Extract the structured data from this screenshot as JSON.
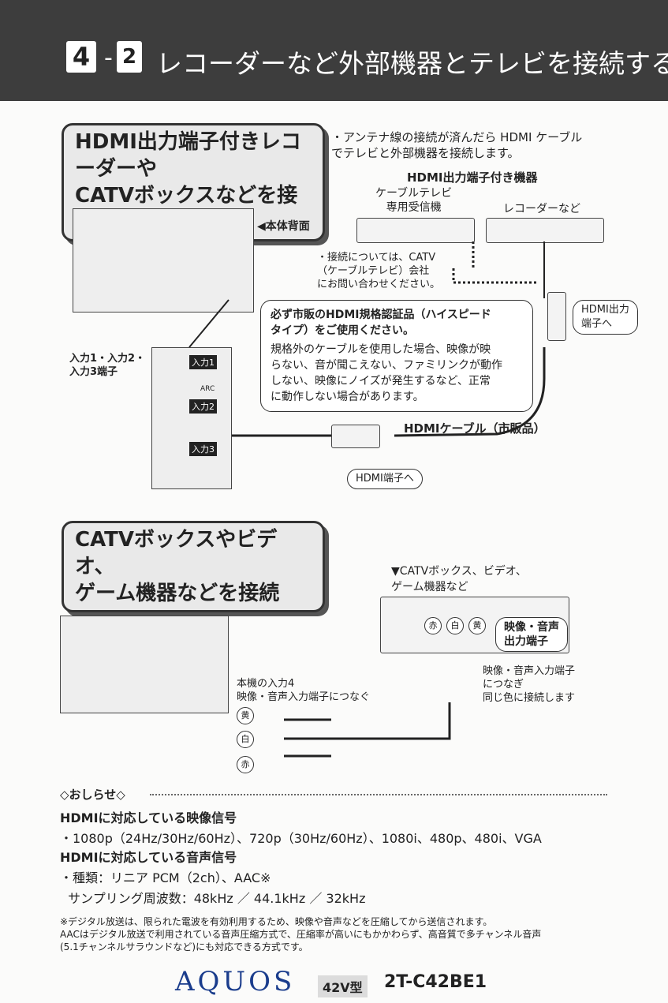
{
  "header": {
    "num1": "4",
    "dash": "-",
    "num2": "2",
    "title": "レコーダーなど外部機器とテレビを接続する"
  },
  "section1": {
    "title": "HDMI出力端子付きレコーダーや\nCATVボックスなどを接続",
    "intro": "・アンテナ線の接続が済んだら HDMI ケーブル\n  でテレビと外部機器を接続します。",
    "devices_heading": "HDMI出力端子付き機器",
    "device1_label": "ケーブルテレビ\n専用受信機",
    "device2_label": "レコーダーなど",
    "back_label": "◀本体背面",
    "catv_note": "・接続については、CATV\n  （ケーブルテレビ）会社\n  にお問い合わせください。",
    "hdmi_out_label": "HDMI出力\n端子へ",
    "warning_title": "必ず市販のHDMI規格認証品（ハイスピード\nタイプ）をご使用ください。",
    "warning_body": "規格外のケーブルを使用した場合、映像が映\nらない、音が聞こえない、ファミリンクが動作\nしない、映像にノイズが発生するなど、正常\nに動作しない場合があります。",
    "inputs_label": "入力1・入力2・\n入力3端子",
    "port1": "入力1",
    "port2": "入力2",
    "port3": "入力3",
    "arc": "ARC",
    "cable_label": "HDMIケーブル（市販品）",
    "hdmi_in_label": "HDMI端子へ"
  },
  "section2": {
    "title": "CATVボックスやビデオ、\nゲーム機器などを接続",
    "device_label": "▼CATVボックス、ビデオ、\n  ゲーム機器など",
    "red": "赤",
    "white": "白",
    "yellow": "黄",
    "out_label": "映像・音声\n出力端子",
    "in_note": "映像・音声入力端子\nにつなぎ\n同じ色に接続します",
    "input4_label": "本機の入力4\n映像・音声入力端子につなぐ"
  },
  "notice": {
    "title": "◇おしらせ◇",
    "video_heading": "HDMIに対応している映像信号",
    "video_line": "・1080p（24Hz/30Hz/60Hz）、720p（30Hz/60Hz）、1080i、480p、480i、VGA",
    "audio_heading": "HDMIに対応している音声信号",
    "audio_type": "・種類：リニア PCM（2ch）、AAC※",
    "audio_freq": "  サンプリング周波数：48kHz ／ 44.1kHz ／ 32kHz",
    "footnote": "※デジタル放送は、限られた電波を有効利用するため、映像や音声などを圧縮してから送信されます。\n  AACはデジタル放送で利用されている音声圧縮方式で、圧縮率が高いにもかかわらず、高音質で多チャンネル音声\n  (5.1チャンネルサラウンドなど)にも対応できる方式です。"
  },
  "footer": {
    "brand": "AQUOS",
    "size": "42V型",
    "model": "2T-C42BE1"
  },
  "colors": {
    "header_bg": "#3d3d3d",
    "brand_blue": "#1a3c8c"
  }
}
